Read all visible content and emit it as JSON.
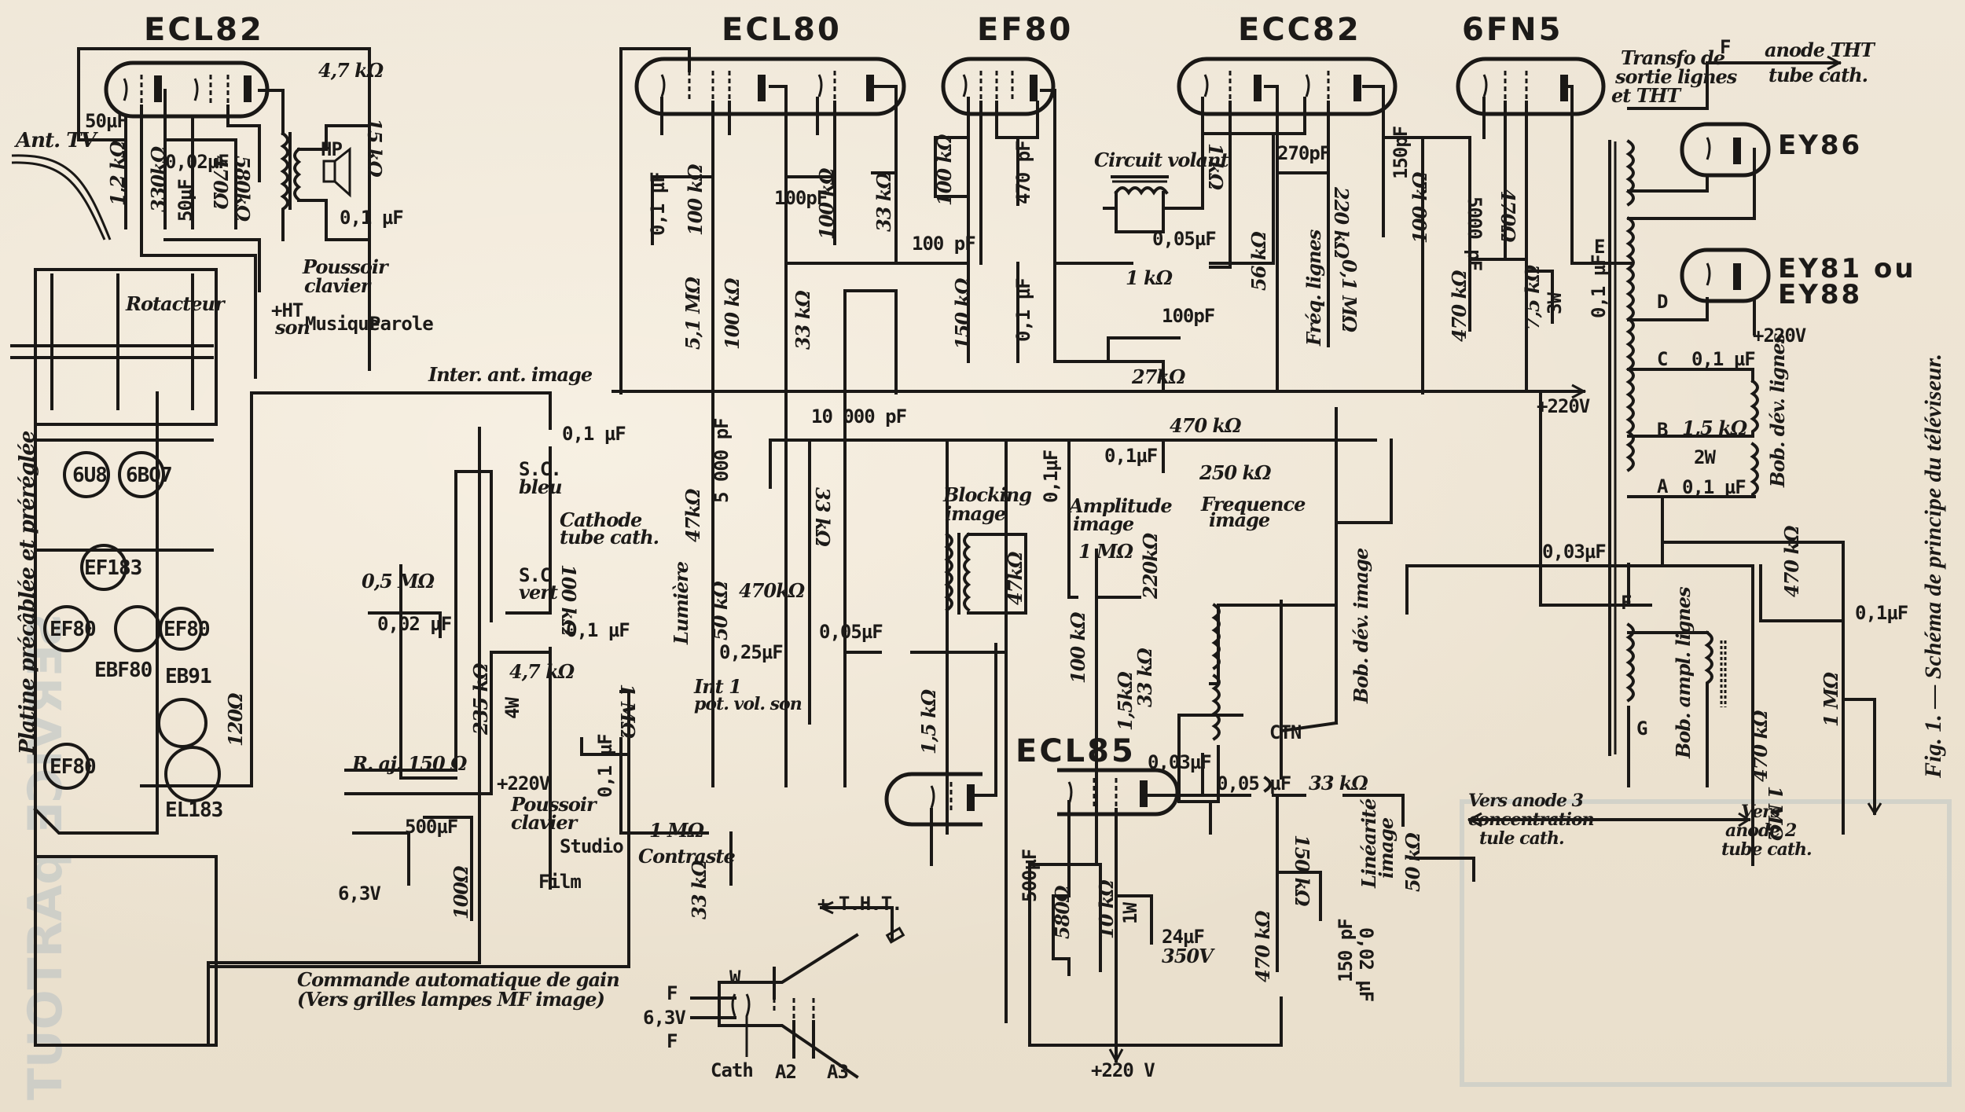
{
  "figure": {
    "caption": "Fig. 1. — Schéma de principe du téléviseur.",
    "source_type": "scanned schematic diagram"
  },
  "tubes": {
    "ecl82": "ECL82",
    "ecl80": "ECL80",
    "ef80_top": "EF80",
    "ecc82": "ECC82",
    "6fn5": "6FN5",
    "ey86": "EY86",
    "ey81": "EY81 ou",
    "ey88": "EY88",
    "ecl85": "ECL85"
  },
  "platine": {
    "title": "Platine précâblée et préréglée",
    "rotacteur": "Rotacteur",
    "tubes": [
      "6U8",
      "6BQ7",
      "EF183",
      "EF80",
      "EBF80",
      "EF80",
      "EF80",
      "EB91",
      "EL183"
    ]
  },
  "audio_section": {
    "c_50uf_in": "50µF",
    "r_1_2k": "1,2 kΩ",
    "r_330k": "330kΩ",
    "c_0_02uf": "0,02µF",
    "c_50uf": "50µF",
    "r_470": "470Ω",
    "r_580k": "580kΩ",
    "r_4_7k": "4,7 kΩ",
    "r_15k": "15 kΩ",
    "hp": "HP",
    "c_0_1uf": "0,1 µF",
    "ht_son_1": "+HT",
    "ht_son_2": "son",
    "poussoir_1": "Poussoir",
    "poussoir_2": "clavier",
    "musique": "Musique",
    "parole": "Parole",
    "antenna": "Ant. TV"
  },
  "video_section": {
    "inter_ant": "Inter. ant. image",
    "c_0_1uf_a": "0,1 µF",
    "sc_bleu_1": "S.C.",
    "sc_bleu_2": "bleu",
    "cathode_1": "Cathode",
    "cathode_2": "tube cath.",
    "sc_vert_1": "S.C",
    "sc_vert_2": "vert",
    "r_100k": "100 kΩ",
    "pot_0_5m": "0,5 MΩ",
    "c_0_02uf": "0,02 µF",
    "c_0_1uf_b": "0,1 µF",
    "r_4_7k": "4,7 kΩ",
    "r_235k_1": "235 kΩ",
    "r_235k_2": "4W",
    "r_1m": "1 MΩ",
    "v220": "+220V",
    "c_0_1uf_c": "0,1 µF",
    "r_120": "120Ω",
    "r_aj": "R. aj. 150 Ω",
    "c_500uf": "500µF",
    "poussoir_1": "Poussoir",
    "poussoir_2": "clavier",
    "studio": "Studio",
    "film": "Film",
    "r_100": "100Ω",
    "v63": "6,3V",
    "cag_1": "Commande automatique de gain",
    "cag_2": "(Vers grilles lampes MF image)"
  },
  "sync_section": {
    "c_0_1uf": "0,1 µF",
    "r_100k_a": "100 kΩ",
    "c_100pf_a": "100pF",
    "r_100k_b": "100 kΩ",
    "r_33k_a": "33 kΩ",
    "r_5_1m": "5,1 MΩ",
    "r_100k_c": "100 kΩ",
    "r_33k_b": "33 kΩ",
    "c_100pf_b": "100 pF",
    "r_100k_ef": "100 kΩ",
    "c_470pf": "470 pF",
    "r_150k": "150 kΩ",
    "c_0_1uf_ef": "0,1 µF"
  },
  "line_osc": {
    "circuit_volant": "Circuit volant",
    "c_0_05uf": "0,05µF",
    "r_1k_a": "1 kΩ",
    "r_1k_b": "1 kΩ",
    "c_100pf": "100pF",
    "r_27k": "27kΩ",
    "r_56k": "56 kΩ",
    "c_270pf": "270pF",
    "r_220k": "220 kΩ",
    "freq_lignes": "Fréq. lignes",
    "pot_0_1m": "0,1 MΩ",
    "c_150pf": "150pF",
    "r_100k": "100 kΩ",
    "c_5000pf": "5000 pF",
    "r_470": "470Ω",
    "r_470k": "470 kΩ",
    "r_7_5k_1": "7,5 kΩ",
    "r_7_5k_2": "3W",
    "c_0_1uf": "0,1 µF",
    "v220": "+220V"
  },
  "line_output": {
    "transfo_1": "Transfo de",
    "transfo_2": "sortie lignes",
    "transfo_3": "et THT",
    "f_top": "F",
    "anode_tht_1": "anode THT",
    "anode_tht_2": "tube cath.",
    "e": "E",
    "d": "D",
    "c": "C",
    "b": "B",
    "a": "A",
    "f_bot": "F",
    "g": "G",
    "v220": "+220V",
    "c_0_1uf_c": "0,1 µF",
    "r_1_5k_1": "1,5 kΩ",
    "r_1_5k_2": "2W",
    "c_0_1uf_a": "0,1 µF",
    "bob_dev_lignes": "Bob. dév. lignes",
    "c_0_03uf": "0,03µF",
    "bob_ampl": "Bob. ampl. lignes",
    "r_470k_a": "470 kΩ",
    "r_470k_b": "470 kΩ",
    "c_0_1uf_b": "0,1µF",
    "r_1m": "1 MΩ",
    "pot_1m": "1 MΩ",
    "vers_a3_1": "Vers anode 3",
    "vers_a3_2": "concentration",
    "vers_a3_3": "tule cath.",
    "vers_a2_1": "Vers",
    "vers_a2_2": "anode 2",
    "vers_a2_3": "tube cath."
  },
  "frame_section": {
    "c_10000pf": "10 000 pF",
    "c_5000pf": "5 000 pF",
    "r_33k": "33 kΩ",
    "r_47k": "47kΩ",
    "lumiere": "Lumière",
    "pot_50k": "50 kΩ",
    "r_470k": "470kΩ",
    "c_0_25uf": "0,25µF",
    "int1_1": "Int 1",
    "int1_2": "pot. vol. son",
    "blocking_1": "Blocking",
    "blocking_2": "image",
    "r_47k_b": "47kΩ",
    "c_0_05uf": "0,05µF",
    "r_1_5k": "1,5 kΩ",
    "c_0_1uf_a": "0,1µF",
    "c_0_1uf_b": "0,1µF",
    "r_470k_f": "470 kΩ",
    "pot_250k": "250 kΩ",
    "frequence_1": "Frequence",
    "frequence_2": "image",
    "amplitude_1": "Amplitude",
    "amplitude_2": "image",
    "pot_1m": "1 MΩ",
    "r_220k": "220kΩ",
    "r_100k": "100 kΩ",
    "r_1_5k_b": "1,5kΩ",
    "r_33k_b": "33 kΩ",
    "c_0_03uf": "0,03µF",
    "ctn": "CTN",
    "bob_dev_image": "Bob. dév. image",
    "c_0_05uf_b": "0,05 µF",
    "r_33k_c": "33 kΩ",
    "r_150k": "150 kΩ",
    "linearite_1": "Linéarité",
    "linearite_2": "image",
    "pot_50k_b": "50 kΩ",
    "c_500uf": "500µF",
    "r_580": "580Ω",
    "r_10k_1": "10 kΩ",
    "r_10k_2": "1W",
    "c_24uf_1": "24µF",
    "c_24uf_2": "350V",
    "r_470k_b": "470 kΩ",
    "c_150pf": "150 pF",
    "c_0_02uf": "0,02 µF",
    "v220": "+220 V"
  },
  "crt_section": {
    "contraste_pot": "1 MΩ",
    "contraste": "Contraste",
    "r_33k": "33 kΩ",
    "c_0_1uf": "0,1 µF",
    "tht": "+ T.H.T.",
    "w": "W",
    "f1": "F",
    "v63": "6,3V",
    "f2": "F",
    "cath": "Cath",
    "a2": "A2",
    "a3": "A3"
  },
  "colors": {
    "paper": "#efe6d6",
    "ink": "#1a1816",
    "show_through": "#b9c3c4"
  }
}
